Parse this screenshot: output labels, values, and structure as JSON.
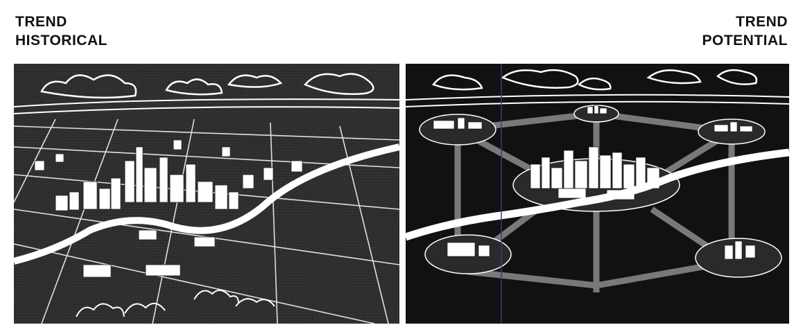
{
  "left_caption": {
    "line1": "TREND",
    "line2": "HISTORICAL"
  },
  "right_caption": {
    "line1": "TREND",
    "line2": "POTENTIAL"
  },
  "colors": {
    "background": "#ffffff",
    "ink": "#111111",
    "panel_dark": "#1a1a1a",
    "line_white": "#ffffff"
  }
}
